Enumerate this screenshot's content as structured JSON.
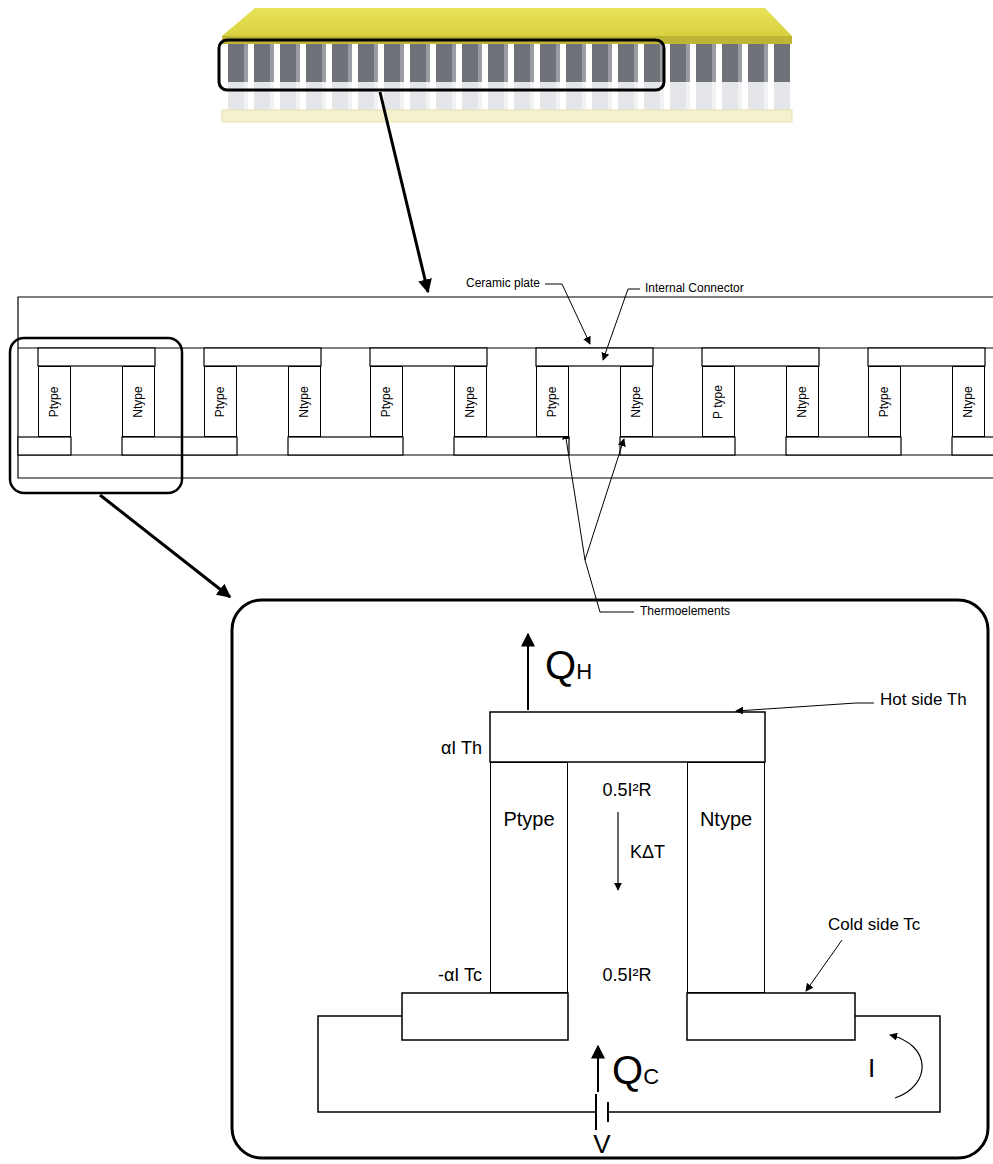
{
  "diagram": {
    "nodes": [
      {
        "text": [
          "Ptype"
        ]
      },
      {
        "text": [
          "Ntype"
        ]
      },
      {
        "text": [
          "Ptype"
        ]
      },
      {
        "text": [
          "Ntype"
        ]
      },
      {
        "text": [
          "Ptype"
        ]
      },
      {
        "text": [
          "Ntype"
        ]
      },
      {
        "text": [
          "Ptype"
        ]
      },
      {
        "text": [
          "Ntype"
        ]
      },
      {
        "text": [
          "P type"
        ]
      },
      {
        "text": [
          "Ntype"
        ]
      },
      {
        "text": [
          "Ptype"
        ]
      },
      {
        "text": [
          "Ntype"
        ]
      },
      {
        "text": [
          "Ptype"
        ]
      },
      {
        "text": [
          "Ntype"
        ]
      }
    ],
    "labels": [
      "Ceramic plate",
      "Internal Connector",
      "Thermoelements",
      "QH",
      "Hot side Th",
      "αI Th",
      "0.5I²R",
      "KΔT",
      "-αI Tc",
      "0.5I²R",
      "Cold side Tc",
      "QC",
      "I",
      "V"
    ]
  }
}
